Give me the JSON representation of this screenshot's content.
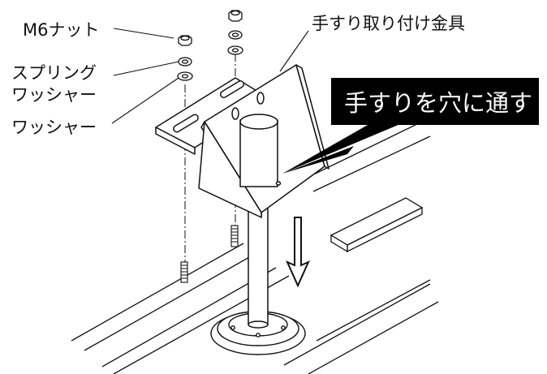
{
  "labels": {
    "nut": "M6ナット",
    "spring_washer_line1": "スプリング",
    "spring_washer_line2": "ワッシャー",
    "washer": "ワッシャー",
    "bracket": "手すり取り付け金具",
    "instruction": "手すりを穴に通す"
  },
  "colors": {
    "line": "#111111",
    "banner_bg": "#000000",
    "banner_text": "#ffffff",
    "background": "#ffffff"
  }
}
